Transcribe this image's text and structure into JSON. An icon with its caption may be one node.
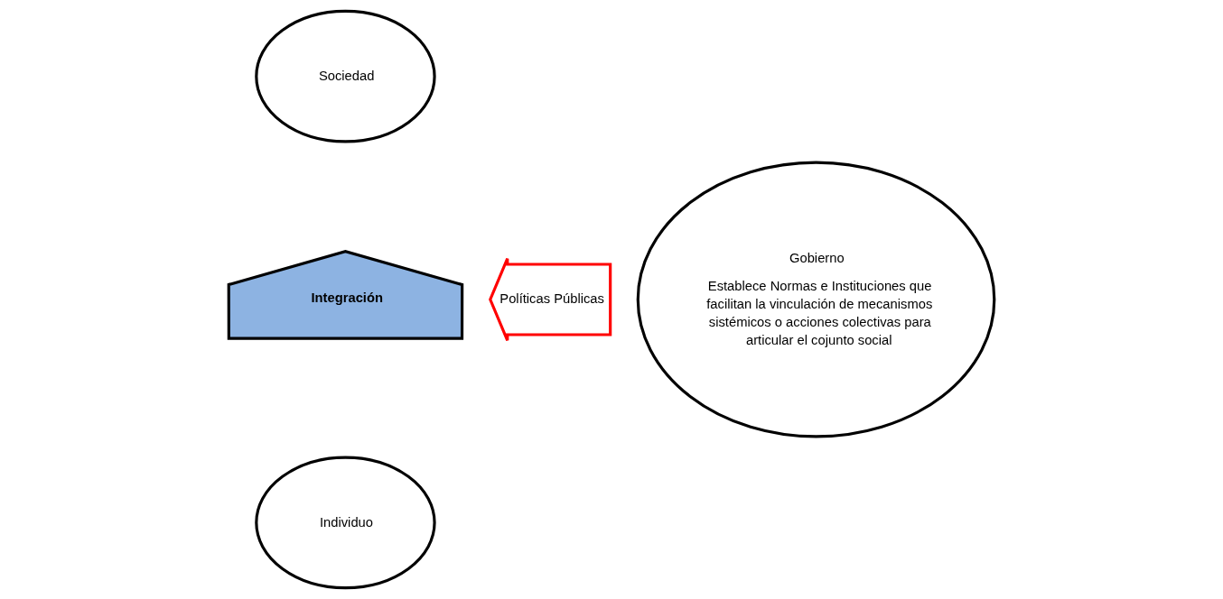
{
  "diagram": {
    "nodes": [
      {
        "text": [
          "Sociedad"
        ]
      },
      {
        "text": [
          "Integración"
        ]
      },
      {
        "text": [
          "Individuo"
        ]
      },
      {
        "text": [
          "Políticas Públicas"
        ]
      },
      {
        "text": [
          "Gobierno",
          "Establece Normas e Instituciones que facilitan la vinculación de mecanismos sistémicos o acciones colectivas para articular el cojunto social"
        ]
      }
    ]
  }
}
